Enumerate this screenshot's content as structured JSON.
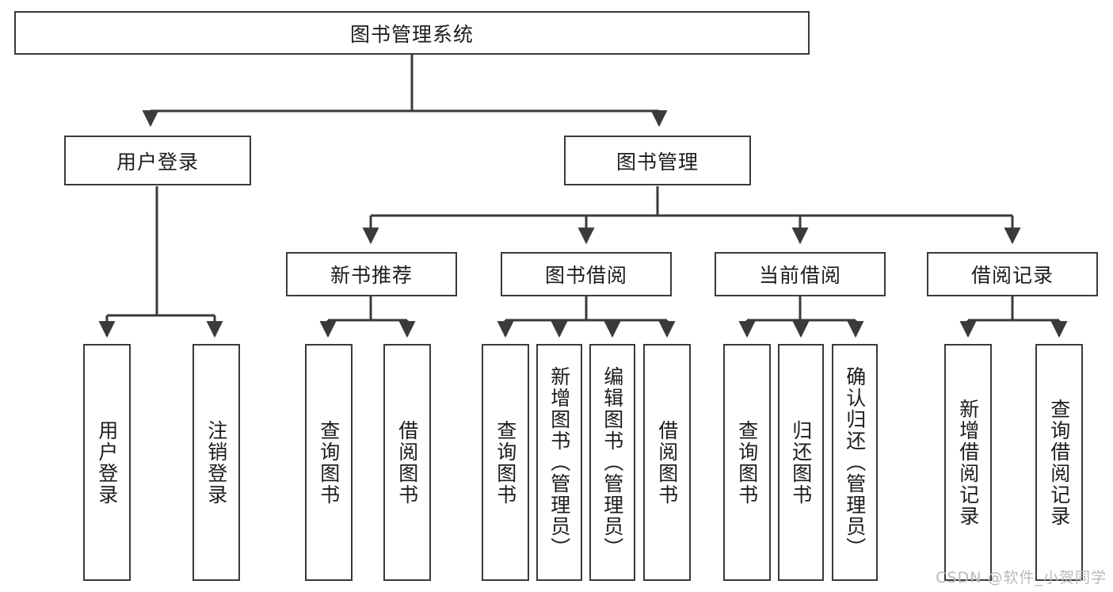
{
  "diagram": {
    "title_node": {
      "label": "图书管理系统"
    },
    "level2": [
      {
        "id": "user-login",
        "label": "用户登录"
      },
      {
        "id": "book-management",
        "label": "图书管理"
      }
    ],
    "level3": [
      {
        "id": "new-book-recommend",
        "label": "新书推荐"
      },
      {
        "id": "book-borrow",
        "label": "图书借阅"
      },
      {
        "id": "current-borrow",
        "label": "当前借阅"
      },
      {
        "id": "borrow-record",
        "label": "借阅记录"
      }
    ],
    "leaves": [
      {
        "id": "leaf-user-login",
        "label": "用户登录"
      },
      {
        "id": "leaf-logout-login",
        "label": "注销登录"
      },
      {
        "id": "leaf-query-book-1",
        "label": "查询图书"
      },
      {
        "id": "leaf-borrow-book-1",
        "label": "借阅图书"
      },
      {
        "id": "leaf-query-book-2",
        "label": "查询图书"
      },
      {
        "id": "leaf-add-book",
        "label": "新增图书（管理员）"
      },
      {
        "id": "leaf-edit-book",
        "label": "编辑图书（管理员）"
      },
      {
        "id": "leaf-borrow-book-2",
        "label": "借阅图书"
      },
      {
        "id": "leaf-query-book-3",
        "label": "查询图书"
      },
      {
        "id": "leaf-return-book",
        "label": "归还图书"
      },
      {
        "id": "leaf-confirm-return",
        "label": "确认归还（管理员）"
      },
      {
        "id": "leaf-add-borrow-record",
        "label": "新增借阅记录"
      },
      {
        "id": "leaf-query-borrow-record",
        "label": "查询借阅记录"
      }
    ],
    "watermark": "CSDN @软件_小贺同学",
    "colors": {
      "stroke": "#3a3a3a",
      "text": "#1c1c1c",
      "background": "#ffffff",
      "watermark": "#b9b9b9"
    }
  }
}
